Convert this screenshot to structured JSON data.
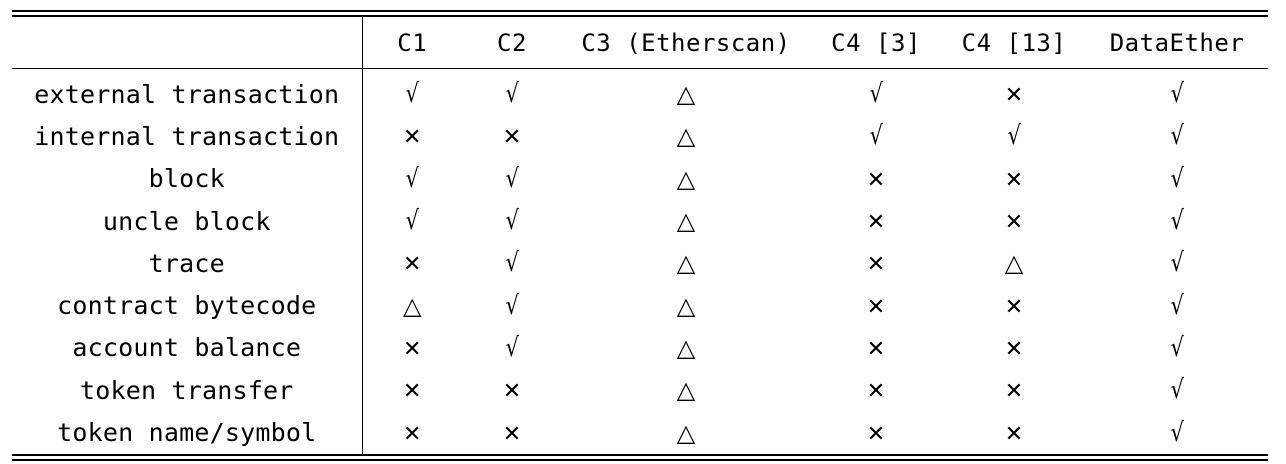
{
  "table": {
    "columns": [
      "",
      "C1",
      "C2",
      "C3 (Etherscan)",
      "C4 [3]",
      "C4 [13]",
      "DataEther"
    ],
    "rows": [
      {
        "label": "external transaction",
        "cells": [
          "√",
          "√",
          "△",
          "√",
          "✕",
          "√"
        ]
      },
      {
        "label": "internal transaction",
        "cells": [
          "✕",
          "✕",
          "△",
          "√",
          "√",
          "√"
        ]
      },
      {
        "label": "block",
        "cells": [
          "√",
          "√",
          "△",
          "✕",
          "✕",
          "√"
        ]
      },
      {
        "label": "uncle block",
        "cells": [
          "√",
          "√",
          "△",
          "✕",
          "✕",
          "√"
        ]
      },
      {
        "label": "trace",
        "cells": [
          "✕",
          "√",
          "△",
          "✕",
          "△",
          "√"
        ]
      },
      {
        "label": "contract bytecode",
        "cells": [
          "△",
          "√",
          "△",
          "✕",
          "✕",
          "√"
        ]
      },
      {
        "label": "account balance",
        "cells": [
          "✕",
          "√",
          "△",
          "✕",
          "✕",
          "√"
        ]
      },
      {
        "label": "token transfer",
        "cells": [
          "✕",
          "✕",
          "△",
          "✕",
          "✕",
          "√"
        ]
      },
      {
        "label": "token name/symbol",
        "cells": [
          "✕",
          "✕",
          "△",
          "✕",
          "✕",
          "√"
        ]
      }
    ]
  }
}
